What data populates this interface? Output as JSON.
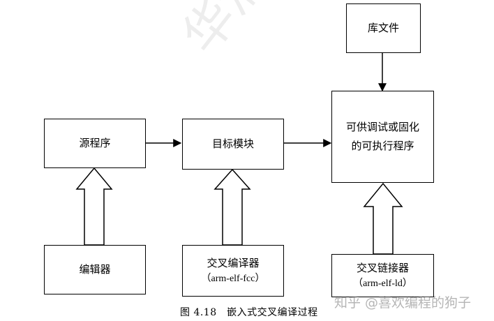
{
  "nodes": {
    "lib": {
      "label": "库文件"
    },
    "exec": {
      "line1": "可供调试或固化",
      "line2": "的可执行程序"
    },
    "source": {
      "label": "源程序"
    },
    "object": {
      "label": "目标模块"
    },
    "editor": {
      "label": "编辑器"
    },
    "compiler": {
      "label": "交叉编译器",
      "sub": "（arm-elf-fcc）"
    },
    "linker": {
      "label": "交叉链接器",
      "sub": "（arm-elf-ld）"
    }
  },
  "caption": "图 4.18　嵌入式交叉编译过程",
  "watermark": "知乎 @喜欢编程的狗子",
  "background_mark": "华清"
}
